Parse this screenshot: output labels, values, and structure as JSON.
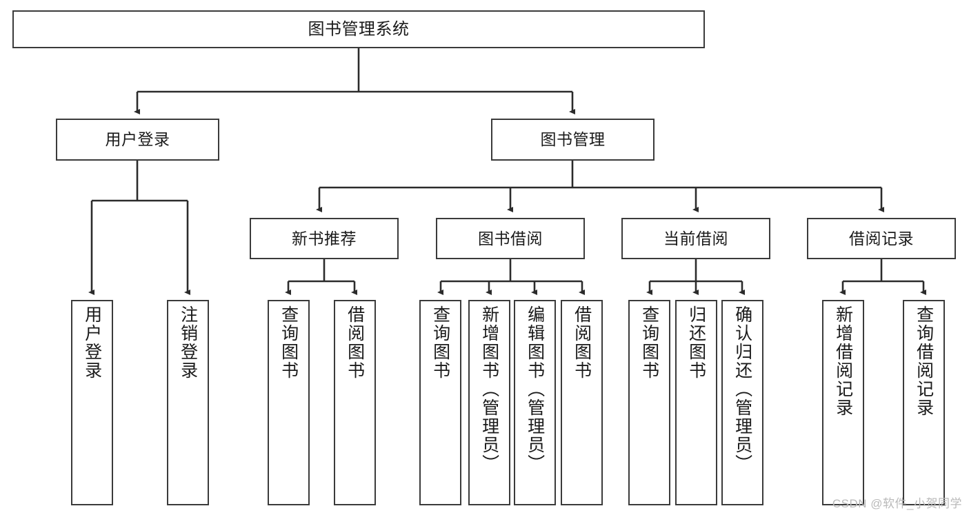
{
  "diagram": {
    "type": "tree-hierarchy-chart",
    "title": "图书管理系统",
    "watermark": "CSDN @软件_小贺同学",
    "colors": {
      "box_border": "#3a3a3a",
      "box_fill": "#ffffff",
      "connector": "#2b2b2b",
      "text": "#1a1a1a",
      "watermark": "#b9b9b9"
    },
    "levels": {
      "root": {
        "label": "图书管理系统"
      },
      "level2": [
        {
          "label": "用户登录"
        },
        {
          "label": "图书管理"
        }
      ],
      "level3": [
        {
          "label": "新书推荐"
        },
        {
          "label": "图书借阅"
        },
        {
          "label": "当前借阅"
        },
        {
          "label": "借阅记录"
        }
      ],
      "leaves": {
        "user_login": [
          {
            "label": "用户登录"
          },
          {
            "label": "注销登录"
          }
        ],
        "new_book_recommend": [
          {
            "label": "查询图书"
          },
          {
            "label": "借阅图书"
          }
        ],
        "book_borrow": [
          {
            "label": "查询图书"
          },
          {
            "label": "新增图书（管理员）"
          },
          {
            "label": "编辑图书（管理员）"
          },
          {
            "label": "借阅图书"
          }
        ],
        "current_borrow": [
          {
            "label": "查询图书"
          },
          {
            "label": "归还图书"
          },
          {
            "label": "确认归还（管理员）"
          }
        ],
        "borrow_record": [
          {
            "label": "新增借阅记录"
          },
          {
            "label": "查询借阅记录"
          }
        ]
      }
    }
  }
}
